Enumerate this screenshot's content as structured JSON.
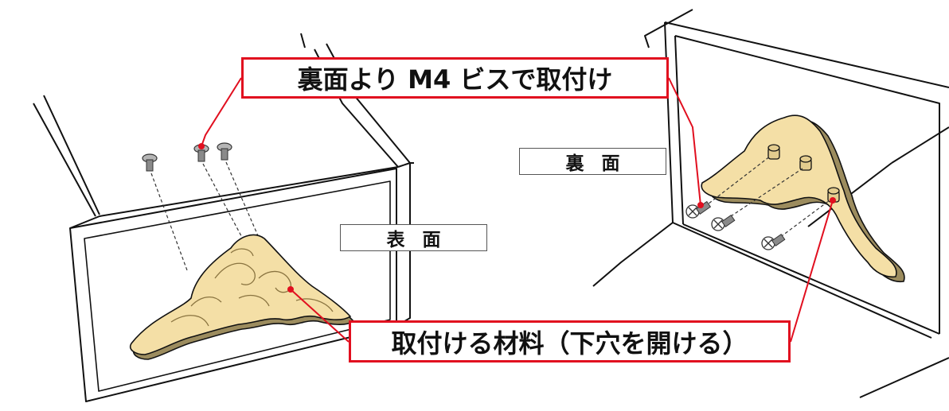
{
  "callouts": {
    "top": "裏面より M4 ビスで取付け",
    "bottom": "取付ける材料（下穴を開ける）"
  },
  "labels": {
    "front": "表面",
    "back": "裏面"
  },
  "colors": {
    "callout_border": "#e10f1f",
    "leader_line": "#e10f1f",
    "ornament_fill": "#f4dfa6",
    "ornament_side": "#9c8c5e",
    "outline": "#111111",
    "screw": "#8a8a8a"
  }
}
